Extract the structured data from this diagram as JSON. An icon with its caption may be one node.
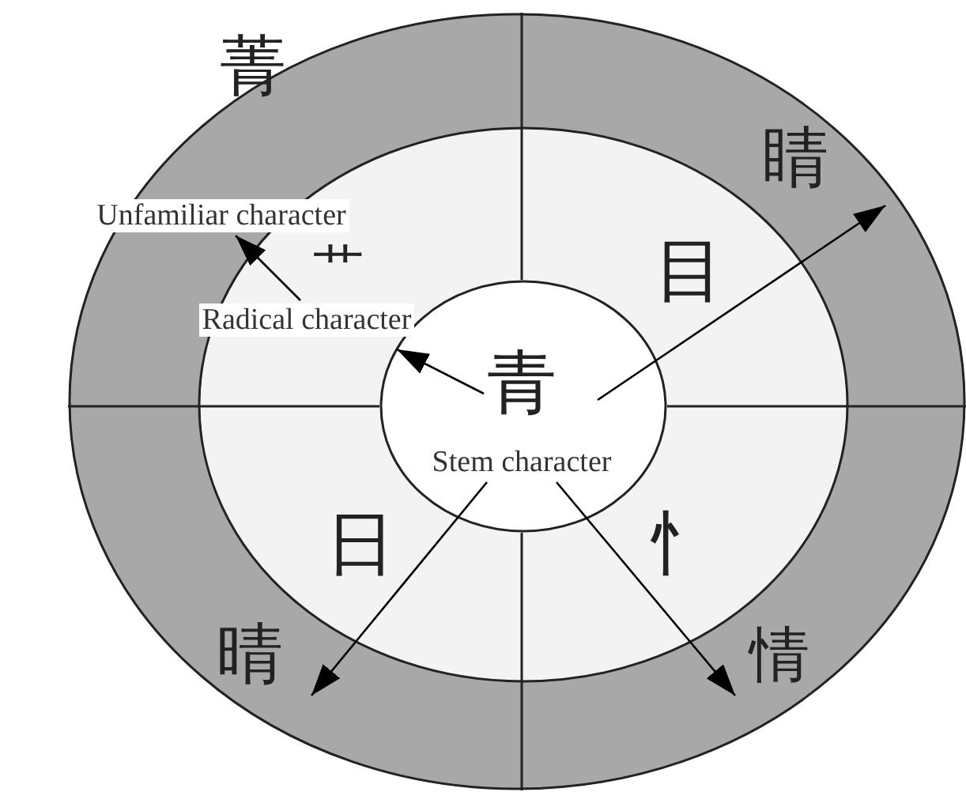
{
  "diagram": {
    "nodes": [
      {
        "text": [],
        "shape": "ellipse"
      },
      {
        "text": [],
        "shape": "ellipse",
        "in": 0
      },
      {
        "text": [],
        "shape": "ellipse",
        "in": 1
      },
      {
        "text": [
          "菁"
        ],
        "in": 0
      },
      {
        "text": [
          "睛"
        ],
        "in": 0
      },
      {
        "text": [
          "晴"
        ],
        "in": 0
      },
      {
        "text": [
          "情"
        ],
        "in": 0
      },
      {
        "text": [
          "艹"
        ],
        "in": 1
      },
      {
        "text": [
          "目"
        ],
        "in": 1
      },
      {
        "text": [
          "日"
        ],
        "in": 1
      },
      {
        "text": [
          "忄"
        ],
        "in": 1
      },
      {
        "text": [
          "青"
        ],
        "in": 2
      },
      {
        "text": [
          "Unfamiliar character"
        ],
        "in": 0
      },
      {
        "text": [
          "Radical character"
        ],
        "in": 1
      },
      {
        "text": [
          "Stem character"
        ],
        "in": 2
      }
    ],
    "edges": [
      {
        "from": 11,
        "to": 4,
        "arrow": "to"
      },
      {
        "from": 14,
        "to": 5,
        "arrow": "to"
      },
      {
        "from": 14,
        "to": 6,
        "arrow": "to"
      },
      {
        "from": 13,
        "to": 12,
        "arrow": "to"
      },
      {
        "from": 11,
        "to": 2,
        "arrow": "to"
      }
    ]
  }
}
